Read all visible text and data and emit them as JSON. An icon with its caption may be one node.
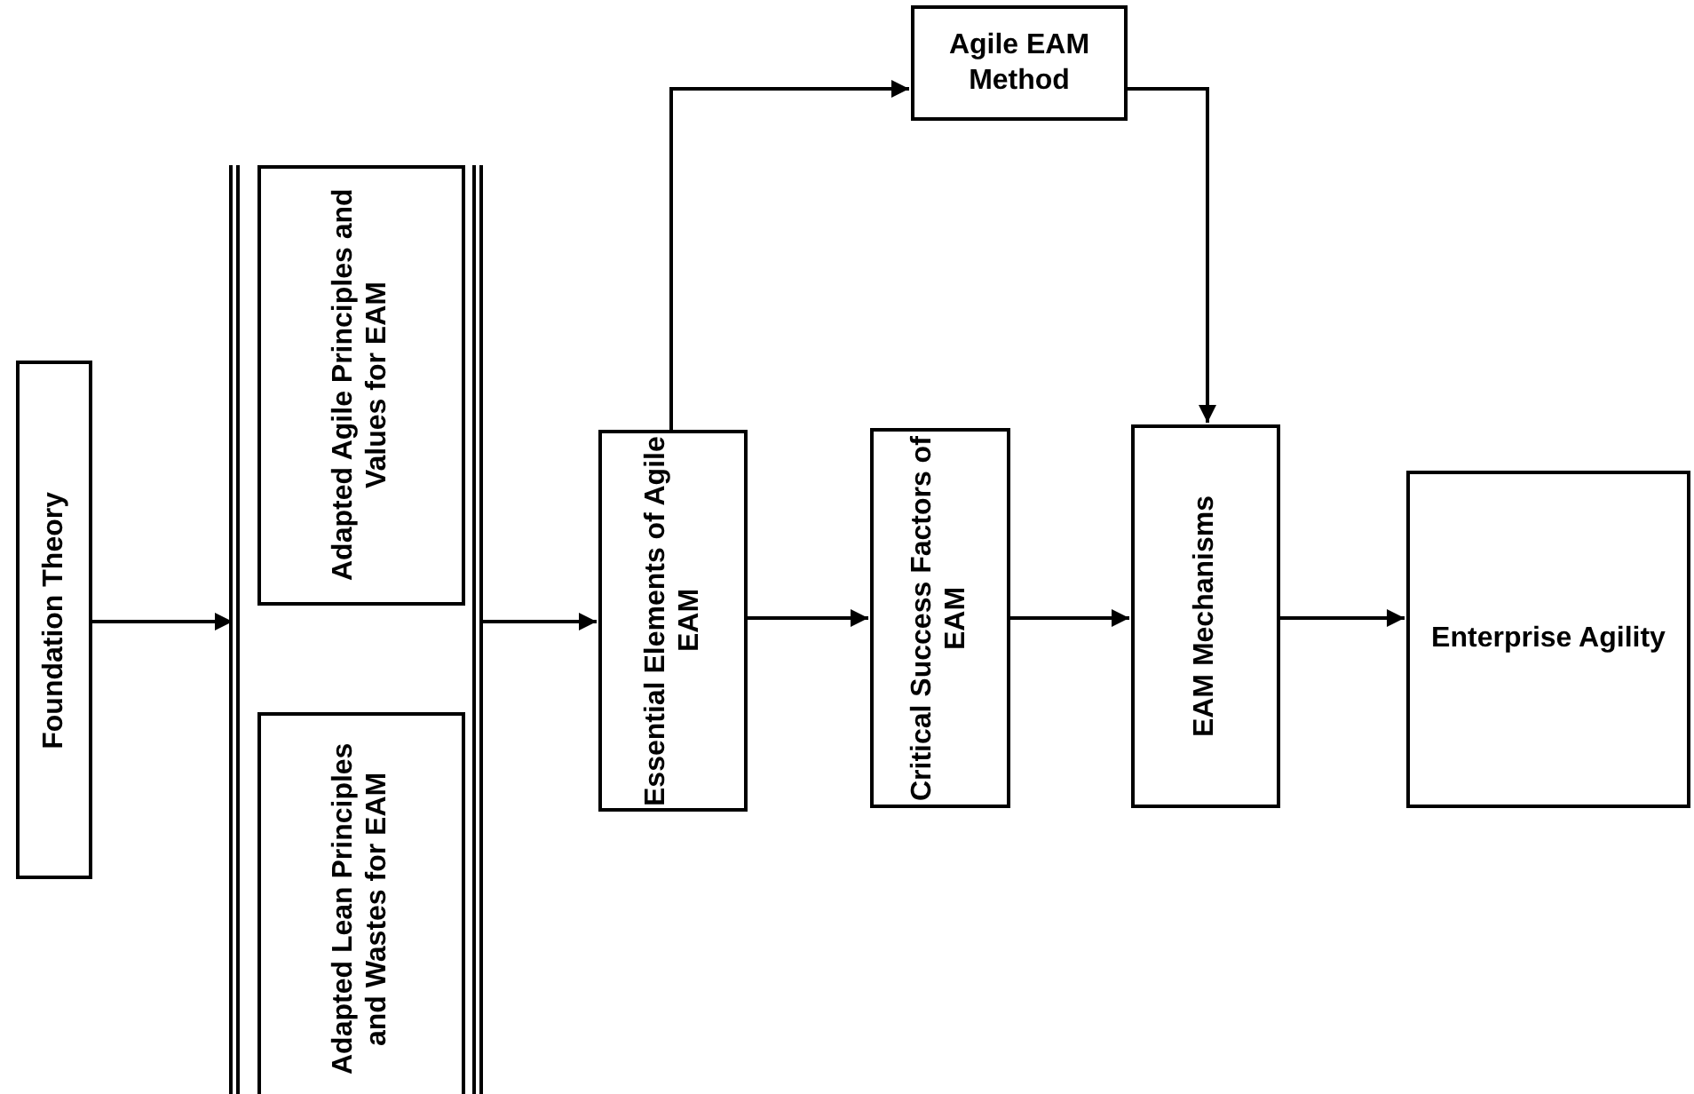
{
  "diagram": {
    "nodes": [
      {
        "text": [
          "Foundation Theory"
        ]
      },
      {
        "text": [],
        "shape": "band"
      },
      {
        "text": [
          "Adapted Agile Principles and Values for EAM"
        ],
        "in": 1
      },
      {
        "text": [
          "Adapted Lean Principles and Wastes for EAM"
        ],
        "in": 1
      },
      {
        "text": [
          "Agile EAM Method"
        ]
      },
      {
        "text": [
          "Essential Elements of Agile EAM"
        ]
      },
      {
        "text": [
          "Critical Success Factors of EAM"
        ]
      },
      {
        "text": [
          "EAM Mechanisms"
        ]
      },
      {
        "text": [
          "Enterprise Agility"
        ]
      }
    ],
    "edges": [
      {
        "from": 0,
        "to": 1,
        "arrow": "to"
      },
      {
        "from": 1,
        "to": 5,
        "arrow": "to"
      },
      {
        "from": 5,
        "to": 4,
        "arrow": "to"
      },
      {
        "from": 4,
        "to": 7,
        "arrow": "to"
      },
      {
        "from": 5,
        "to": 6,
        "arrow": "to"
      },
      {
        "from": 6,
        "to": 7,
        "arrow": "to"
      },
      {
        "from": 7,
        "to": 8,
        "arrow": "to"
      }
    ]
  }
}
